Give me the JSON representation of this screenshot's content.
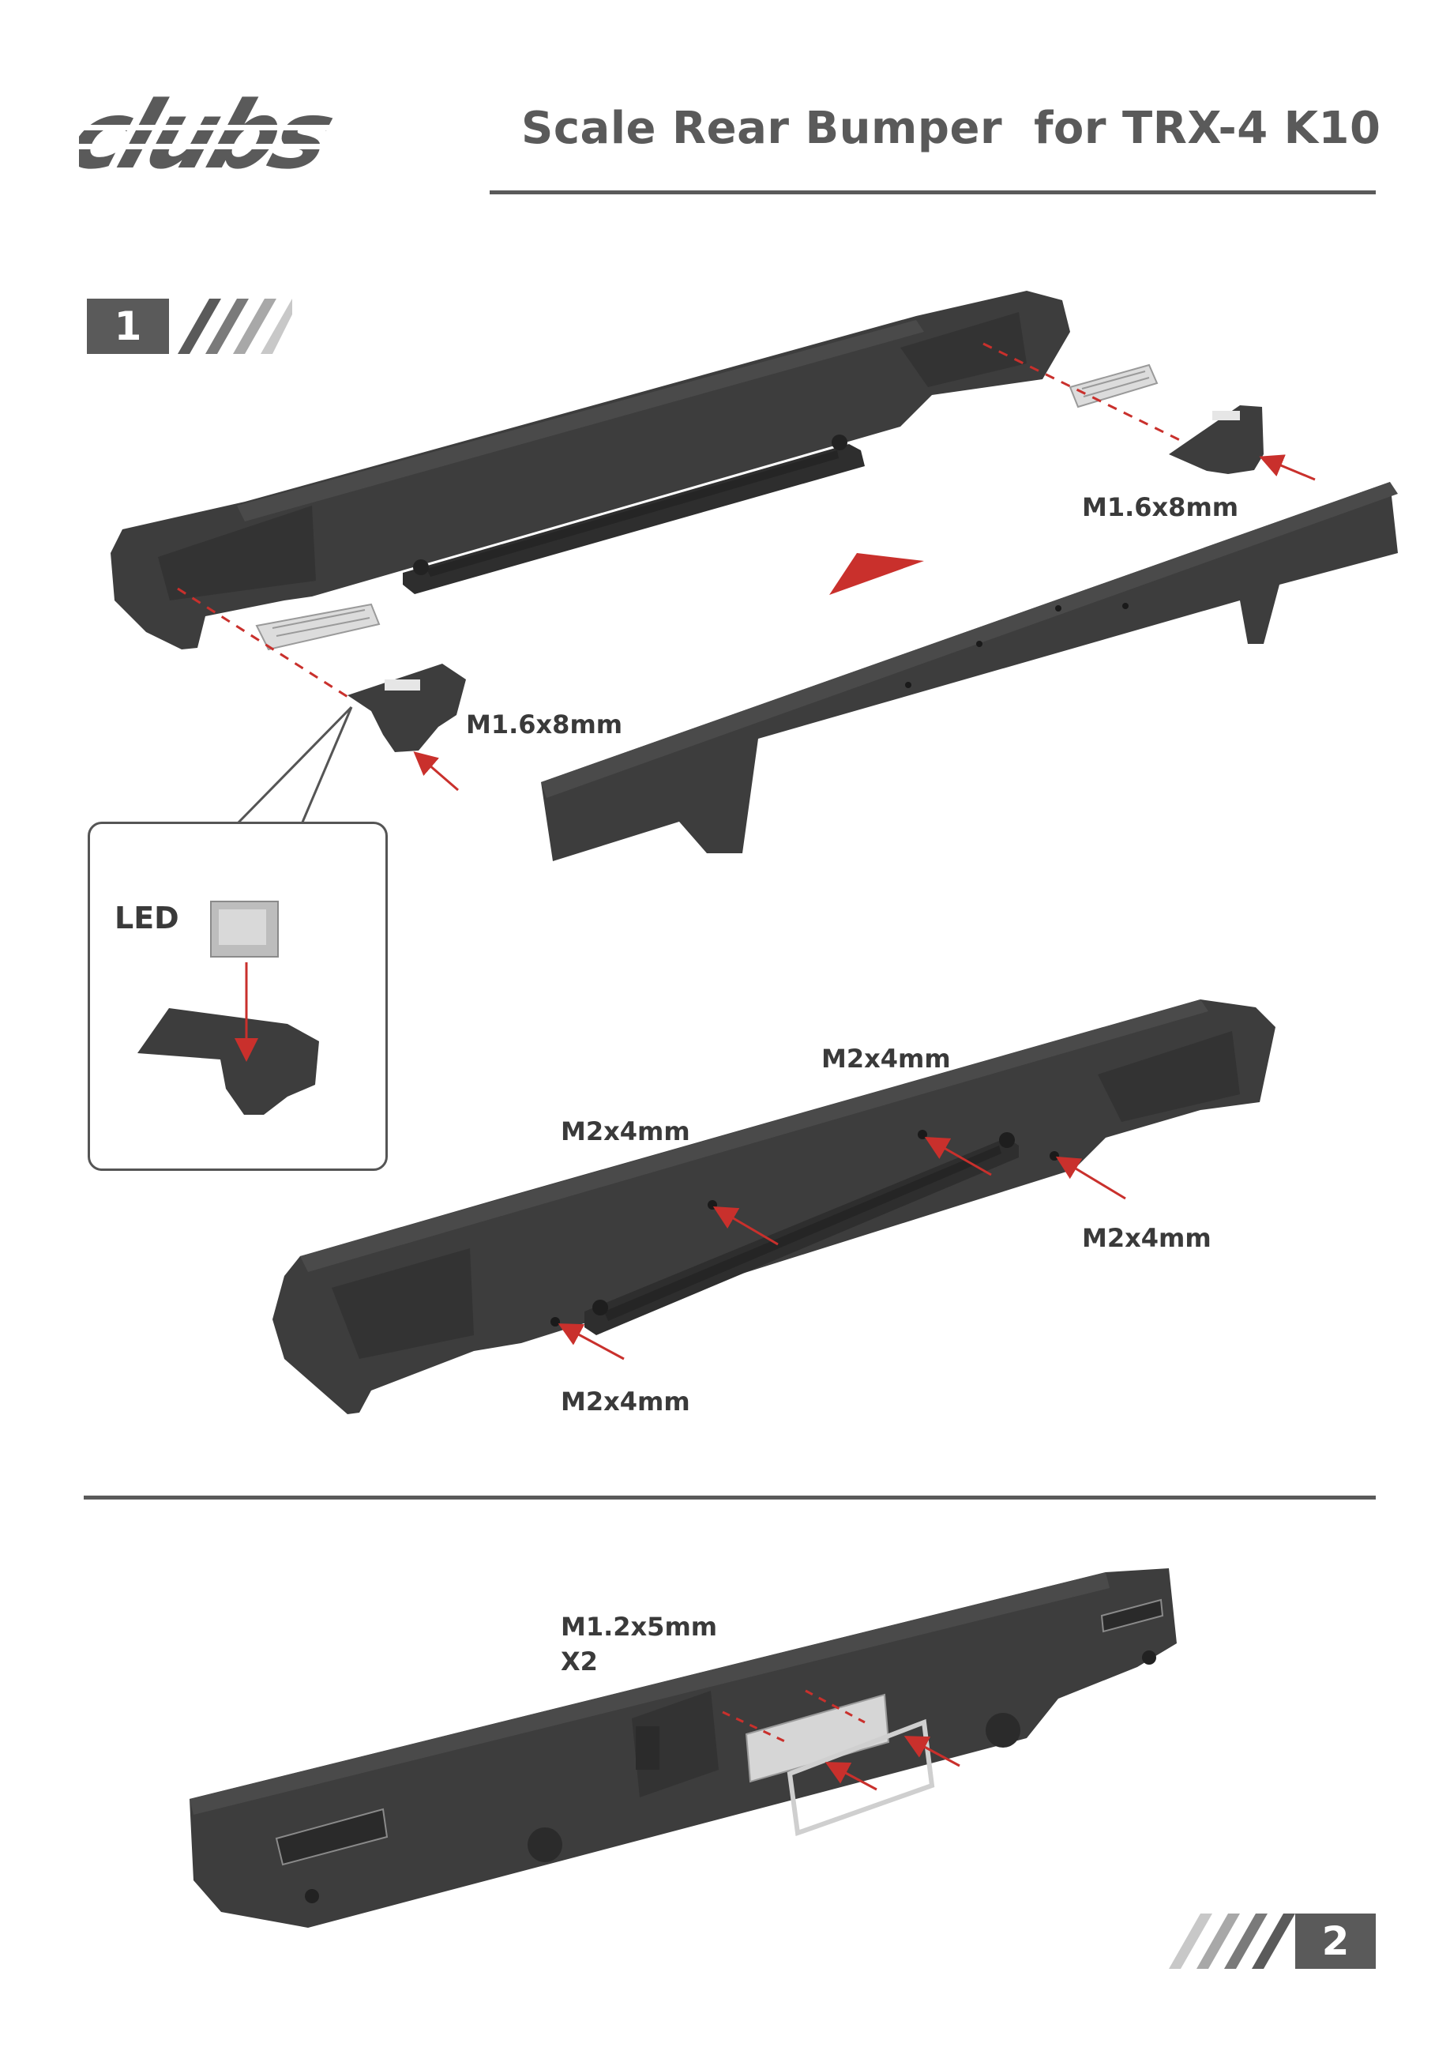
{
  "header": {
    "brand_logo_text": "clubs",
    "title": "Scale Rear Bumper  for TRX-4 K10"
  },
  "step1": {
    "number": "1",
    "screw_right": "M1.6x8mm",
    "screw_left": "M1.6x8mm",
    "inset_label": "LED"
  },
  "step1b": {
    "screw_top": "M2x4mm",
    "screw_left": "M2x4mm",
    "screw_right": "M2x4mm",
    "screw_bottom": "M2x4mm"
  },
  "step2": {
    "screw_label_line1": "M1.2x5mm",
    "screw_label_line2": "X2"
  },
  "footer": {
    "page_number": "2"
  },
  "colors": {
    "part_dark": "#3d3d3d",
    "accent_red": "#c9302c",
    "text_gray": "#5a5a5a",
    "stripe_light": "#a8a8a8"
  }
}
